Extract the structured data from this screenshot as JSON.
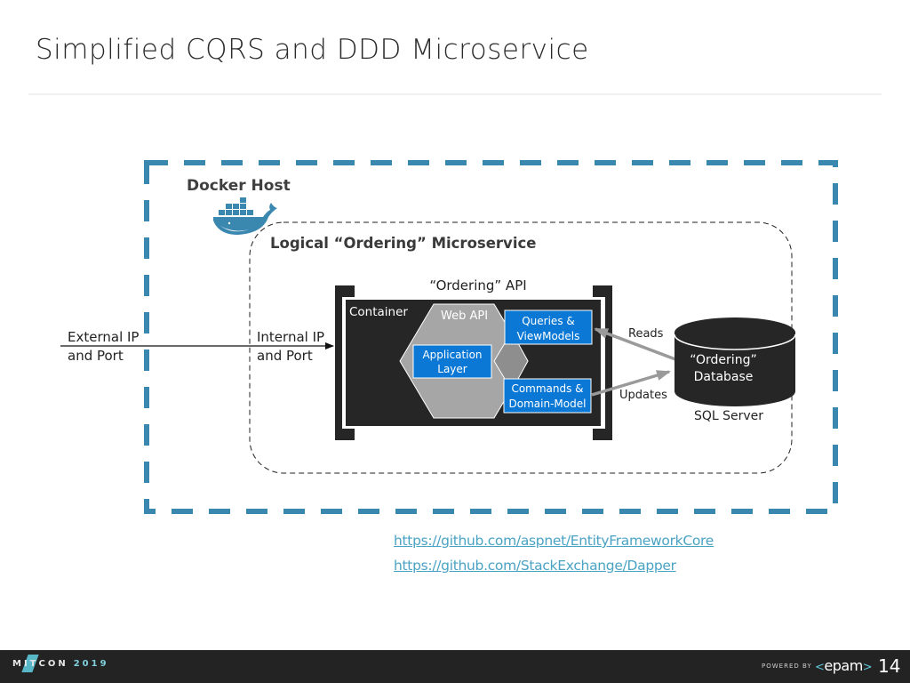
{
  "slide": {
    "title": "Simplified CQRS and DDD Microservice",
    "page_number": "14"
  },
  "diagram": {
    "docker_host_label": "Docker Host",
    "docker_icon": "docker-whale-icon",
    "microservice_label": "Logical “Ordering” Microservice",
    "api_label": "“Ordering” API",
    "container_label": "Container",
    "web_api_label": "Web API",
    "application_layer": [
      "Application",
      "Layer"
    ],
    "queries_box": [
      "Queries &",
      "ViewModels"
    ],
    "commands_box": [
      "Commands &",
      "Domain-Model"
    ],
    "external_ip": [
      "External IP",
      "and Port"
    ],
    "internal_ip": [
      "Internal IP",
      "and Port"
    ],
    "reads_label": "Reads",
    "updates_label": "Updates",
    "database_label": [
      "“Ordering”",
      "Database"
    ],
    "sql_server_label": "SQL Server",
    "colors": {
      "docker_blue": "#3a87b0",
      "container_dark": "#262626",
      "hexagon_gray": "#a6a6a6",
      "box_blue": "#0a78d4",
      "arrow_gray": "#9a9a9a"
    }
  },
  "links": [
    "https://github.com/aspnet/EntityFrameworkCore",
    "https://github.com/StackExchange/Dapper"
  ],
  "footer": {
    "brand": "MITCON",
    "year": "2019",
    "powered_by": "POWERED BY",
    "sponsor": "epam"
  }
}
